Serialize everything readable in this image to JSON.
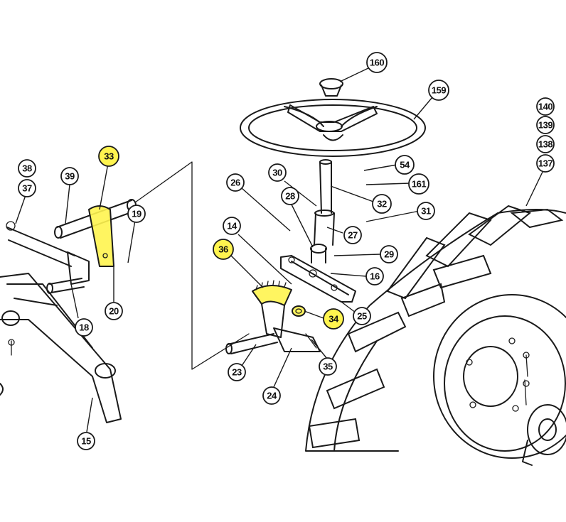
{
  "colors": {
    "line": "#1a1a1a",
    "highlight": "#fff44f",
    "background": "#ffffff"
  },
  "callouts": {
    "c160": "160",
    "c159": "159",
    "c140": "140",
    "c139": "139",
    "c138": "138",
    "c137": "137",
    "c33": "33",
    "c38": "38",
    "c37": "37",
    "c39": "39",
    "c19": "19",
    "c20": "20",
    "c18": "18",
    "c15": "15",
    "c26": "26",
    "c30": "30",
    "c54": "54",
    "c161": "161",
    "c28": "28",
    "c32": "32",
    "c31": "31",
    "c27": "27",
    "c14": "14",
    "c36": "36",
    "c29": "29",
    "c16": "16",
    "c34": "34",
    "c25": "25",
    "c23": "23",
    "c35": "35",
    "c24": "24"
  },
  "highlighted_parts": [
    "33",
    "36",
    "34"
  ]
}
